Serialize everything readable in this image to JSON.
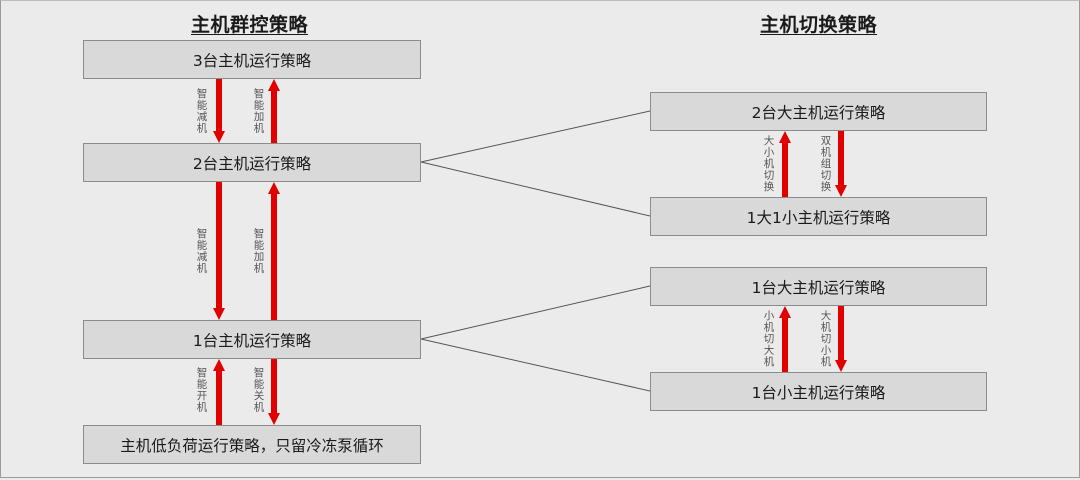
{
  "left": {
    "title": "主机群控策略",
    "boxes": {
      "three": "3台主机运行策略",
      "two": "2台主机运行策略",
      "one": "1台主机运行策略",
      "low": "主机低负荷运行策略，只留冷冻泵循环"
    },
    "labels": {
      "reduce_3_2": "智能减机",
      "add_2_3": "智能加机",
      "reduce_2_1": "智能减机",
      "add_1_2": "智能加机",
      "start": "智能开机",
      "stop": "智能关机"
    }
  },
  "right": {
    "title": "主机切换策略",
    "boxes": {
      "two_large": "2台大主机运行策略",
      "one_large_one_small": "1大1小主机运行策略",
      "one_large": "1台大主机运行策略",
      "one_small": "1台小主机运行策略"
    },
    "labels": {
      "large_small_switch": "大小机切换",
      "dual_group_switch": "双机组切换",
      "small_to_large": "小机切大机",
      "large_to_small": "大机切小机"
    }
  },
  "colors": {
    "arrow": "#e00000",
    "box_fill": "#d9d9d9",
    "box_border": "#8c8c8c",
    "background": "#ebebeb"
  }
}
